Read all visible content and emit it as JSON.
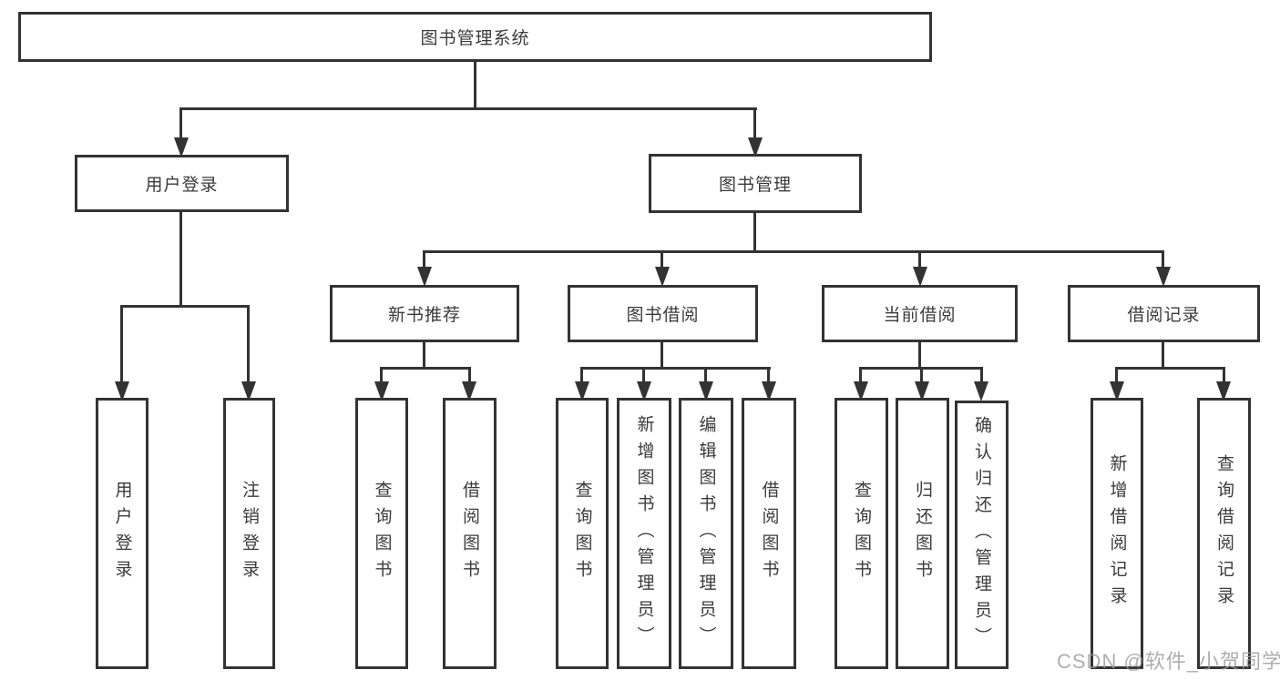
{
  "tree": {
    "root": {
      "label": "图书管理系统",
      "children": [
        {
          "label": "用户登录",
          "children": [
            {
              "label": "用户登录"
            },
            {
              "label": "注销登录"
            }
          ]
        },
        {
          "label": "图书管理",
          "children": [
            {
              "label": "新书推荐",
              "children": [
                {
                  "label": "查询图书"
                },
                {
                  "label": "借阅图书"
                }
              ]
            },
            {
              "label": "图书借阅",
              "children": [
                {
                  "label": "查询图书"
                },
                {
                  "label": "新增图书（管理员）"
                },
                {
                  "label": "编辑图书（管理员）"
                },
                {
                  "label": "借阅图书"
                }
              ]
            },
            {
              "label": "当前借阅",
              "children": [
                {
                  "label": "查询图书"
                },
                {
                  "label": "归还图书"
                },
                {
                  "label": "确认归还（管理员）"
                }
              ]
            },
            {
              "label": "借阅记录",
              "children": [
                {
                  "label": "新增借阅记录"
                },
                {
                  "label": "查询借阅记录"
                }
              ]
            }
          ]
        }
      ]
    }
  },
  "watermark": "CSDN @软件_小贺同学",
  "colors": {
    "line": "#333333",
    "text": "#3b3b3b",
    "watermark": "#9a9a9a",
    "background": "#ffffff"
  }
}
